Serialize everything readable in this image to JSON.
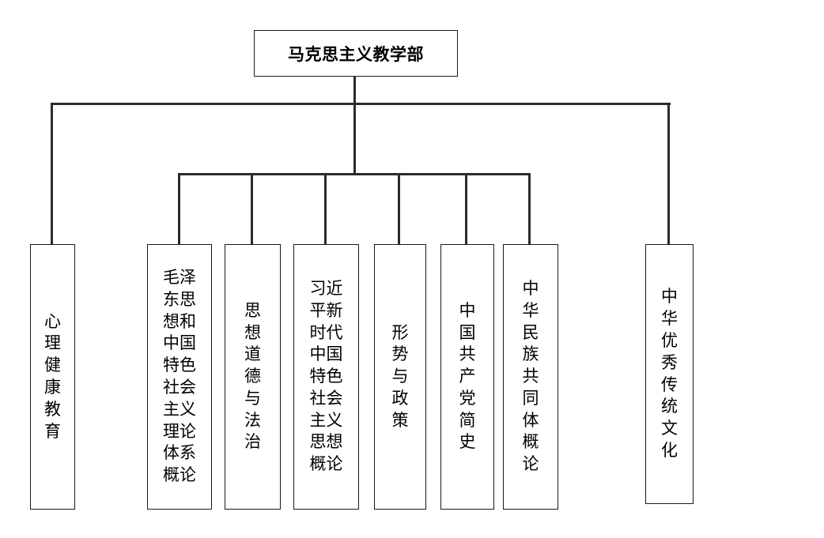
{
  "root": {
    "label": "马克思主义教学部"
  },
  "departments": [
    {
      "label": "心理健康教育"
    },
    {
      "label": "毛泽东思想和中国特色社会主义理论体系概论"
    },
    {
      "label": "思想道德与法治"
    },
    {
      "label": "习近平新时代中国特色社会主义思想概论"
    },
    {
      "label": "形势与政策"
    },
    {
      "label": "中国共产党简史"
    },
    {
      "label": "中华民族共同体概论"
    },
    {
      "label": "中华优秀传统文化"
    }
  ],
  "colors": {
    "line": "#2b2b2b",
    "border": "#1a1a1a",
    "background": "#ffffff"
  }
}
